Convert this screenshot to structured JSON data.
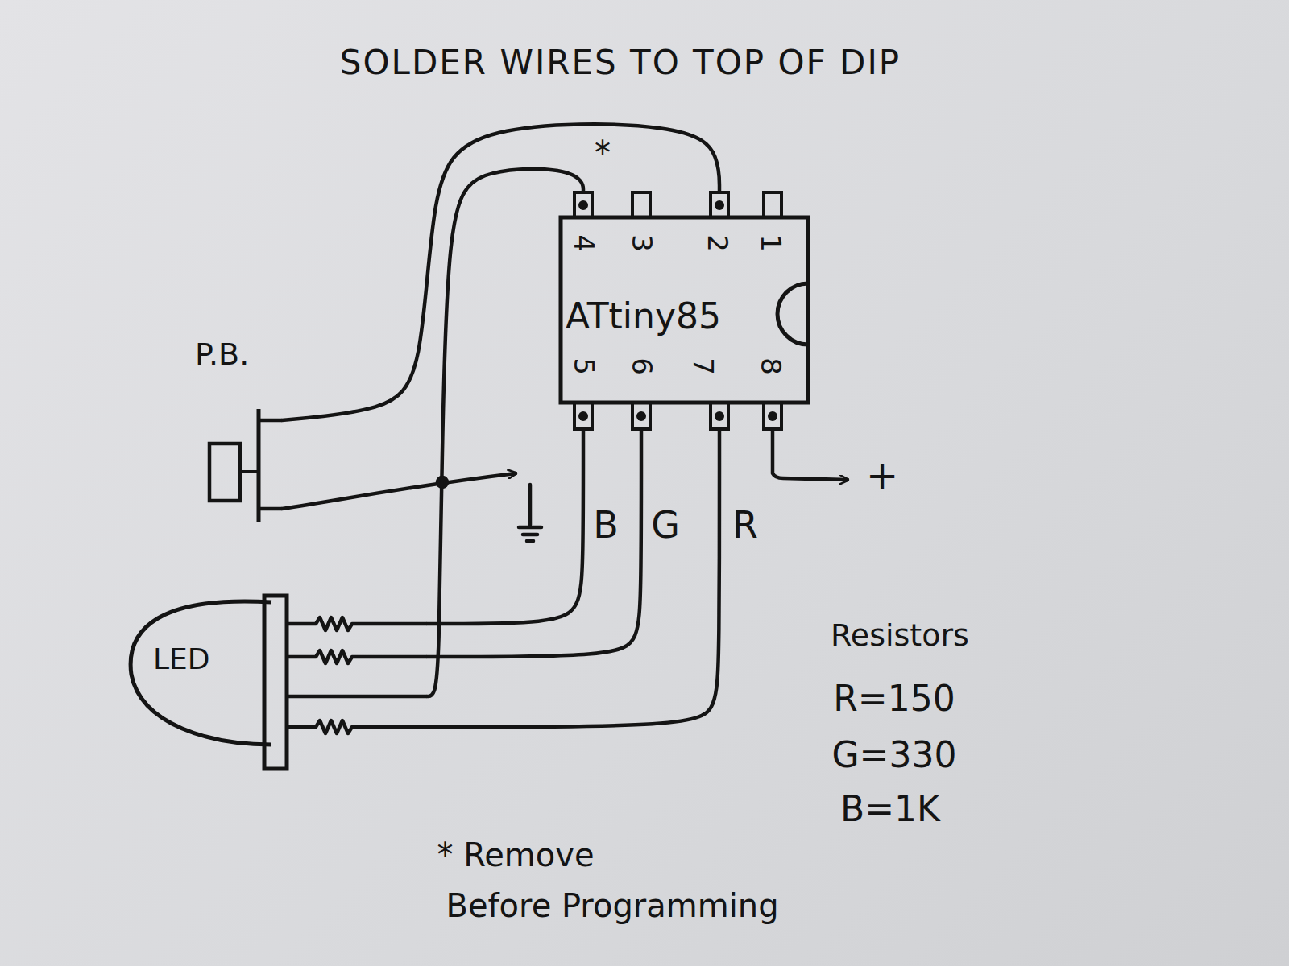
{
  "diagram": {
    "title": "SOLDER WIRES TO TOP OF DIP",
    "nodes": [
      {
        "text": [
          "ATtiny85"
        ]
      },
      {
        "text": [
          "P.B."
        ]
      },
      {
        "text": [
          "LED"
        ]
      }
    ],
    "edges": [
      {
        "from": 1,
        "to": 0,
        "arrow": "none"
      },
      {
        "from": 2,
        "to": 0,
        "label": "B",
        "arrow": "none"
      },
      {
        "from": 2,
        "to": 0,
        "label": "G",
        "arrow": "none"
      },
      {
        "from": 2,
        "to": 0,
        "label": "R",
        "arrow": "none"
      },
      {
        "from": 2,
        "to": 0,
        "arrow": "none"
      }
    ],
    "labels": [
      "*",
      "4",
      "3",
      "2",
      "1",
      "5",
      "6",
      "7",
      "8",
      "+",
      "Resistors",
      "R=150",
      "G=330",
      "B=1K",
      "* Remove",
      "Before Programming"
    ]
  }
}
